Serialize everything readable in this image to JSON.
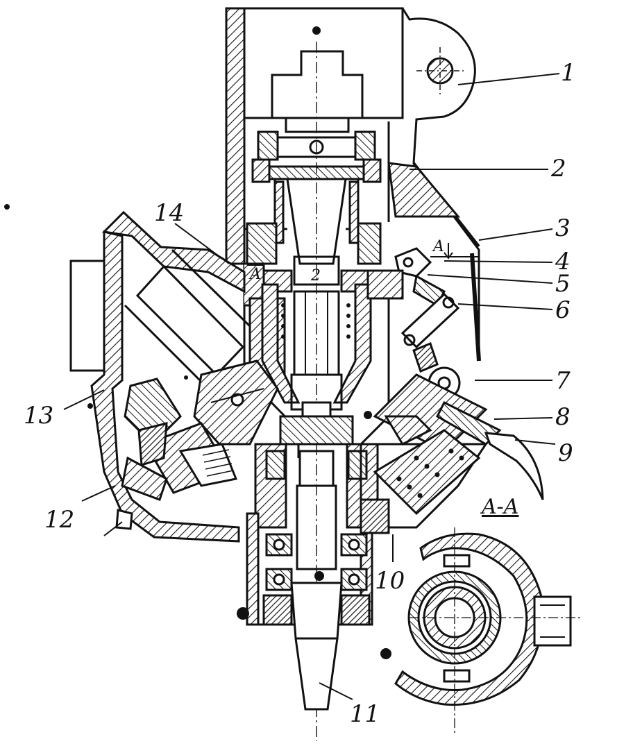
{
  "drawing": {
    "callouts": [
      {
        "id": "1",
        "label": "1"
      },
      {
        "id": "2",
        "label": "2"
      },
      {
        "id": "3",
        "label": "3"
      },
      {
        "id": "4",
        "label": "4"
      },
      {
        "id": "5",
        "label": "5"
      },
      {
        "id": "6",
        "label": "6"
      },
      {
        "id": "7",
        "label": "7"
      },
      {
        "id": "8",
        "label": "8"
      },
      {
        "id": "9",
        "label": "9"
      },
      {
        "id": "10",
        "label": "10"
      },
      {
        "id": "11",
        "label": "11"
      },
      {
        "id": "12",
        "label": "12"
      },
      {
        "id": "13",
        "label": "13"
      },
      {
        "id": "14",
        "label": "14"
      }
    ],
    "section_title": "A-A",
    "section_mark": "A",
    "inner_mark": "2"
  }
}
